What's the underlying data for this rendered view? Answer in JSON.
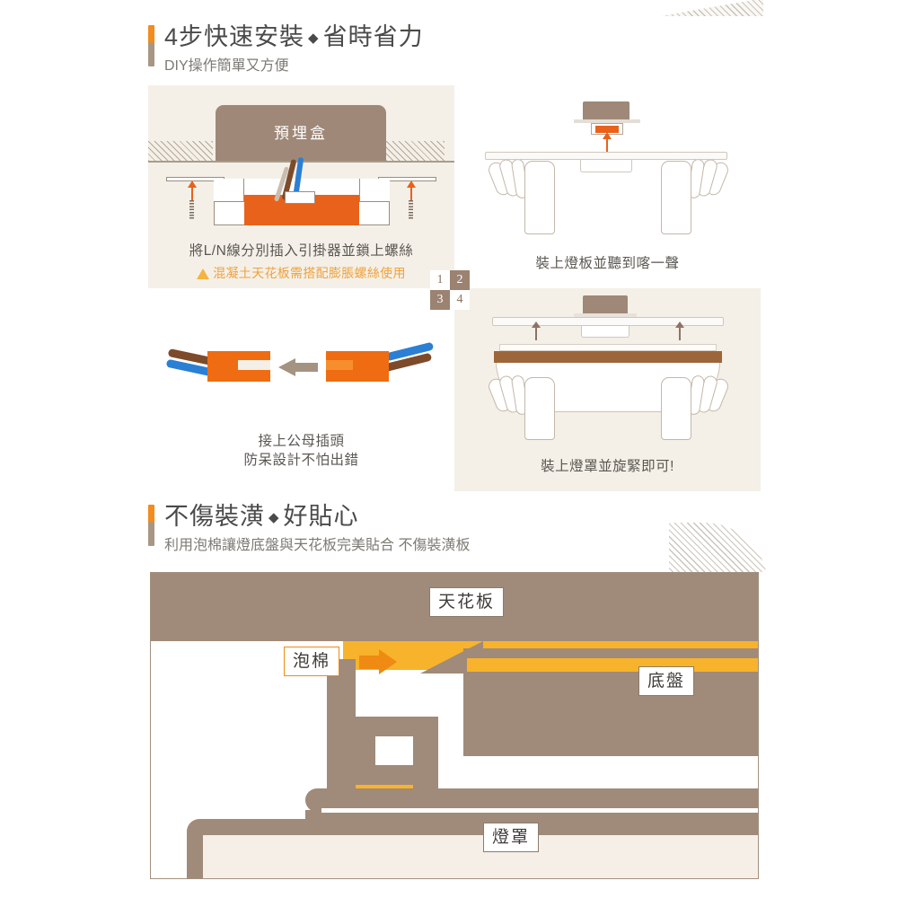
{
  "section1": {
    "title": "4步快速安裝",
    "title_sep": "◆",
    "title2": "省時省力",
    "subtitle": "DIY操作簡單又方便"
  },
  "steps": [
    {
      "number": "1",
      "caption": "將L/N線分別插入引掛器並鎖上螺絲",
      "warning": "混凝土天花板需搭配膨脹螺絲使用",
      "art_label": "預埋盒",
      "background": "#f4f0e8"
    },
    {
      "number": "2",
      "caption": "裝上燈板並聽到喀一聲",
      "background": "#ffffff"
    },
    {
      "number": "3",
      "caption_line1": "接上公母插頭",
      "caption_line2": "防呆設計不怕出錯",
      "background": "#ffffff"
    },
    {
      "number": "4",
      "caption": "裝上燈罩並旋緊即可!",
      "background": "#f4f0e8"
    }
  ],
  "section2": {
    "title": "不傷裝潢",
    "title_sep": "◆",
    "title2": "好貼心",
    "subtitle": "利用泡棉讓燈底盤與天花板完美貼合  不傷裝潢板"
  },
  "cross_section": {
    "label_ceiling": "天花板",
    "label_foam": "泡棉",
    "label_base": "底盤",
    "label_shade": "燈罩"
  },
  "colors": {
    "accent_orange": "#f28c1e",
    "accent_taupe": "#a89684",
    "brown": "#a08a79",
    "yellow": "#f7b32b",
    "cream": "#f5efe8",
    "plug_orange": "#ef6c12",
    "wire_brown": "#7d4b2a",
    "wire_blue": "#2b7fd4",
    "beige_panel": "#f4f0e8",
    "text_dark": "#4a4a48",
    "text_muted": "#7d7a73"
  }
}
